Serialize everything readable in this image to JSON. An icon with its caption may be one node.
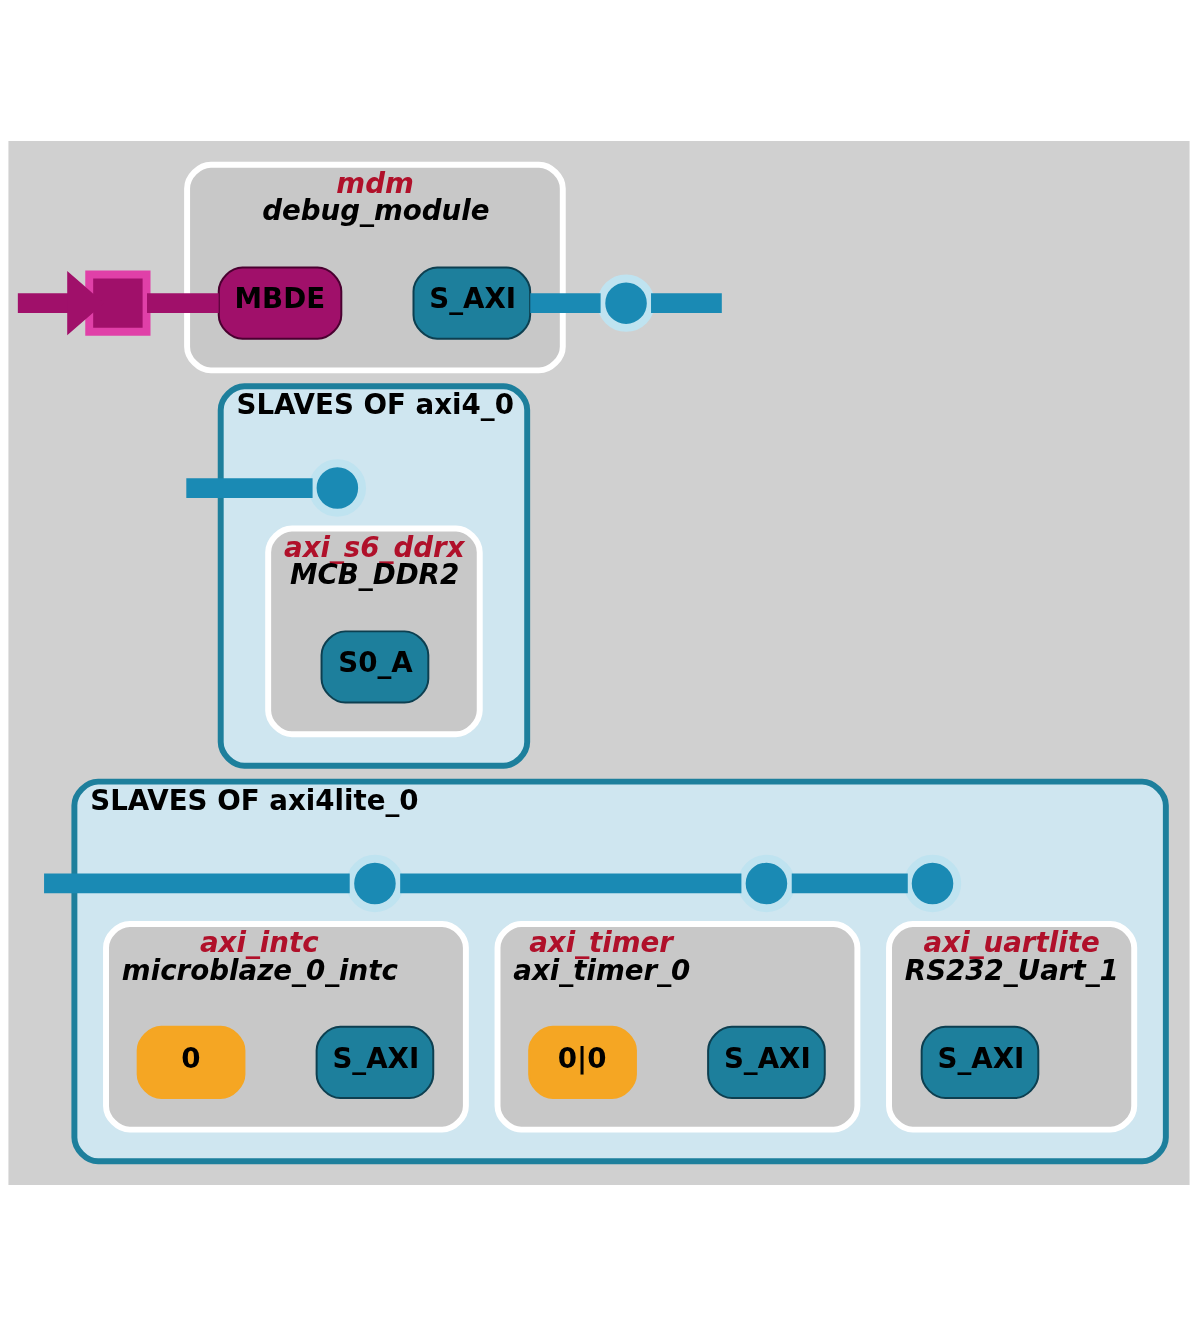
{
  "diagram": {
    "nodes": [
      {
        "text": [
          "mdm",
          "debug_module"
        ]
      },
      {
        "text": [
          "MBDE"
        ],
        "in": 0
      },
      {
        "text": [
          "S_AXI"
        ],
        "in": 0
      },
      {
        "text": [],
        "shape": "box"
      },
      {
        "text": [],
        "shape": "circle"
      },
      {
        "text": [
          "SLAVES OF axi4_0"
        ]
      },
      {
        "text": [],
        "shape": "circle",
        "in": 5
      },
      {
        "text": [
          "axi_s6_ddrx",
          "MCB_DDR2"
        ],
        "in": 5
      },
      {
        "text": [
          "S0_A"
        ],
        "in": 7
      },
      {
        "text": [
          "SLAVES OF axi4lite_0"
        ]
      },
      {
        "text": [],
        "shape": "circle",
        "in": 9
      },
      {
        "text": [],
        "shape": "circle",
        "in": 9
      },
      {
        "text": [],
        "shape": "circle",
        "in": 9
      },
      {
        "text": [
          "axi_intc",
          "microblaze_0_intc"
        ],
        "in": 9
      },
      {
        "text": [
          "S_AXI"
        ],
        "in": 13
      },
      {
        "text": [
          "0"
        ],
        "in": 13
      },
      {
        "text": [
          "axi_timer",
          "axi_timer_0"
        ],
        "in": 9
      },
      {
        "text": [
          "S_AXI"
        ],
        "in": 16
      },
      {
        "text": [
          "0|0"
        ],
        "in": 16
      },
      {
        "text": [
          "axi_uartlite",
          "RS232_Uart_1"
        ],
        "in": 9
      },
      {
        "text": [
          "S_AXI"
        ],
        "in": 19
      }
    ],
    "edges": [
      {
        "from": null,
        "to": 3,
        "arrow": "to",
        "color": "#a0106a"
      },
      {
        "from": 3,
        "to": 1,
        "arrow": "none",
        "color": "#a0106a"
      },
      {
        "from": 2,
        "to": 4,
        "arrow": "none"
      },
      {
        "from": 4,
        "to": null,
        "arrow": "none"
      },
      {
        "from": null,
        "to": 6,
        "arrow": "none"
      },
      {
        "from": null,
        "to": 10,
        "arrow": "none"
      },
      {
        "from": 10,
        "to": 11,
        "arrow": "none"
      },
      {
        "from": 11,
        "to": 12,
        "arrow": "none"
      }
    ]
  }
}
